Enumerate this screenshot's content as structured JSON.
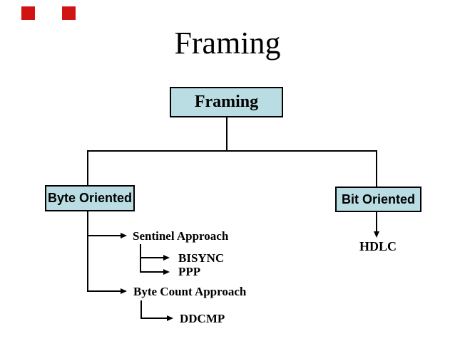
{
  "slide": {
    "title": "Framing"
  },
  "colors": {
    "node_fill": "#b9dde2",
    "node_border": "#000000",
    "line": "#000000",
    "red_accent": "#d01414"
  },
  "diagram": {
    "root": {
      "label": "Framing"
    },
    "branches": {
      "byte_oriented": {
        "label": "Byte Oriented"
      },
      "bit_oriented": {
        "label": "Bit Oriented"
      }
    },
    "byte_children": {
      "sentinel": {
        "label": "Sentinel Approach",
        "children": {
          "bisync": "BISYNC",
          "ppp": "PPP"
        }
      },
      "byte_count": {
        "label": "Byte Count Approach",
        "children": {
          "ddcmp": "DDCMP"
        }
      }
    },
    "bit_children": {
      "hdlc": "HDLC"
    }
  }
}
